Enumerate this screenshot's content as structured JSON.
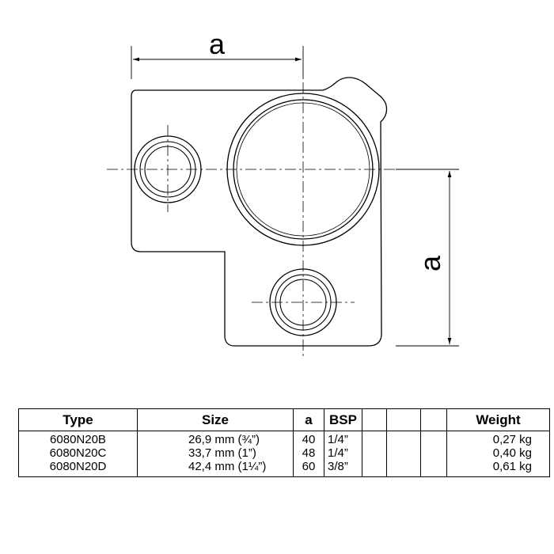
{
  "drawing": {
    "dimension_top_label": "a",
    "dimension_right_label": "a"
  },
  "table": {
    "headers": [
      "Type",
      "Size",
      "a",
      "BSP",
      "",
      "",
      "",
      "Weight"
    ],
    "rows": [
      [
        "6080N20B",
        "26,9 mm (¾”)",
        "40",
        "1/4”",
        "",
        "",
        "",
        "0,27 kg"
      ],
      [
        "6080N20C",
        "33,7 mm (1”)",
        "48",
        "1/4”",
        "",
        "",
        "",
        "0,40 kg"
      ],
      [
        "6080N20D",
        "42,4 mm (1¼”)",
        "60",
        "3/8”",
        "",
        "",
        "",
        "0,61 kg"
      ]
    ]
  }
}
